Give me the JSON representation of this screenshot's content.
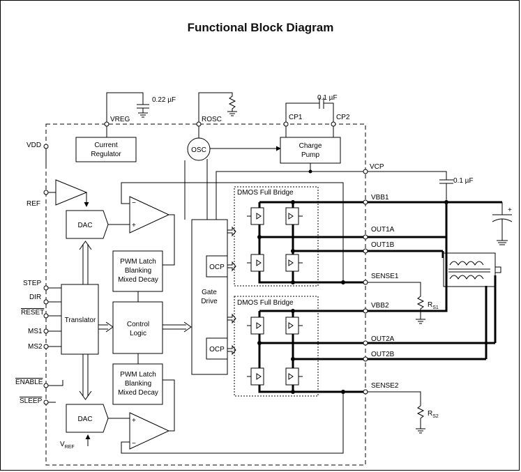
{
  "title": "Functional Block Diagram",
  "blocks": {
    "current_regulator": [
      "Current",
      "Regulator"
    ],
    "osc": "OSC",
    "charge_pump": [
      "Charge",
      "Pump"
    ],
    "dac_top": "DAC",
    "dac_bottom": "DAC",
    "translator": "Translator",
    "control_logic": [
      "Control",
      "Logic"
    ],
    "pwm_top": [
      "PWM Latch",
      "Blanking",
      "Mixed Decay"
    ],
    "pwm_bottom": [
      "PWM Latch",
      "Blanking",
      "Mixed Decay"
    ],
    "gate_drive": [
      "Gate",
      "Drive"
    ],
    "ocp_top": "OCP",
    "ocp_bottom": "OCP",
    "bridge_top": "DMOS Full Bridge",
    "bridge_bottom": "DMOS Full Bridge"
  },
  "pins": {
    "vdd": "VDD",
    "ref": "REF",
    "step": "STEP",
    "dir": "DIR",
    "reset": "RESET",
    "ms1": "MS1",
    "ms2": "MS2",
    "enable": "ENABLE",
    "sleep": "SLEEP",
    "vref": "V",
    "vref_sub": "REF",
    "vreg": "VREG",
    "rosc": "ROSC",
    "cp1": "CP1",
    "cp2": "CP2",
    "vcp": "VCP",
    "vbb1": "VBB1",
    "out1a": "OUT1A",
    "out1b": "OUT1B",
    "sense1": "SENSE1",
    "vbb2": "VBB2",
    "out2a": "OUT2A",
    "out2b": "OUT2B",
    "sense2": "SENSE2"
  },
  "components": {
    "cap_vreg": "0.22 µF",
    "cap_cp": "0.1 µF",
    "cap_vcp": "0.1 µF",
    "rs1": "R",
    "rs1_sub": "S1",
    "rs2": "R",
    "rs2_sub": "S2",
    "plus": "+",
    "minus": "−"
  }
}
